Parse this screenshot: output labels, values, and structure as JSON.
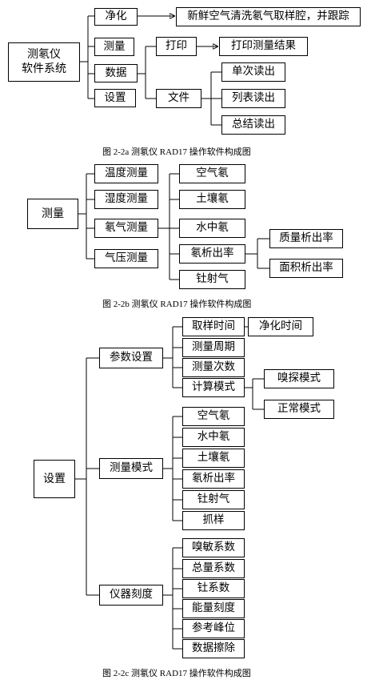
{
  "fig_a": {
    "root": "测氡仪\n软件系统",
    "level1": [
      "净化",
      "测量",
      "数据",
      "设置"
    ],
    "purge_target": "新鲜空气清洗氡气取样腔，并跟踪",
    "print": "打印",
    "print_target": "打印测量结果",
    "file": "文件",
    "file_children": [
      "单次读出",
      "列表读出",
      "总结读出"
    ],
    "caption": "图 2-2a  测氡仪 RAD17 操作软件构成图"
  },
  "fig_b": {
    "root": "测量",
    "level1": [
      "温度测量",
      "湿度测量",
      "氡气测量",
      "气压测量"
    ],
    "radon": [
      "空气氡",
      "土壤氡",
      "水中氡",
      "氡析出率",
      "钍射气"
    ],
    "exhalation": [
      "质量析出率",
      "面积析出率"
    ],
    "caption": "图 2-2b  测氡仪 RAD17 操作软件构成图"
  },
  "fig_c": {
    "root": "设置",
    "level1": [
      "参数设置",
      "测量模式",
      "仪器刻度"
    ],
    "params": [
      "取样时间",
      "测量周期",
      "测量次数",
      "计算模式"
    ],
    "purge_time": "净化时间",
    "calc_modes": [
      "嗅探模式",
      "正常模式"
    ],
    "modes": [
      "空气氡",
      "水中氡",
      "土壤氡",
      "氡析出率",
      "钍射气",
      "抓样"
    ],
    "calib": [
      "嗅敏系数",
      "总量系数",
      "钍系数",
      "能量刻度",
      "参考峰位",
      "数据擦除"
    ],
    "caption": "图 2-2c  测氡仪 RAD17 操作软件构成图"
  }
}
